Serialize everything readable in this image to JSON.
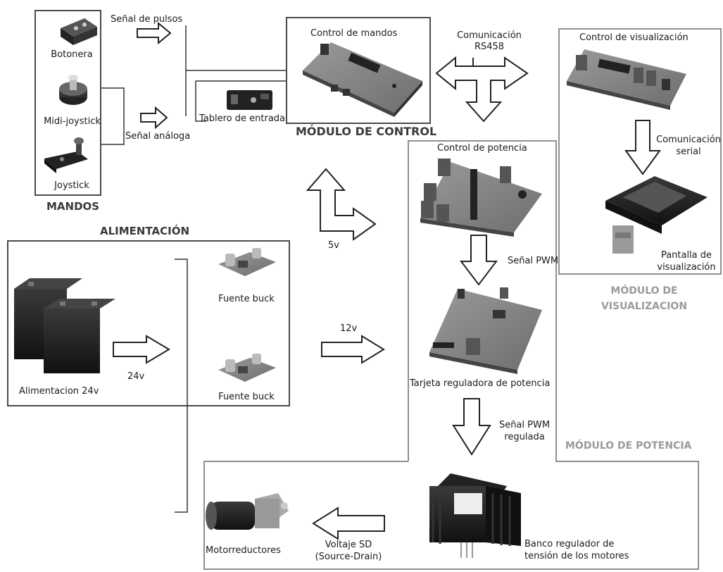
{
  "mandos": {
    "title": "MANDOS",
    "botonera": "Botonera",
    "midi_joystick": "Midi-joystick",
    "joystick": "Joystick"
  },
  "signals": {
    "pulsos": "Señal de pulsos",
    "analoga": "Señal análoga"
  },
  "control": {
    "title": "MÓDULO DE CONTROL",
    "control_mandos": "Control de mandos",
    "tablero": "Tablero de entrada"
  },
  "comunicacion": {
    "rs458_line1": "Comunicación",
    "rs458_line2": "RS458",
    "serial_line1": "Comunicación",
    "serial_line2": "serial"
  },
  "visualizacion": {
    "title_line1": "MÓDULO DE",
    "title_line2": "VISUALIZACION",
    "control_visualizacion": "Control de visualización",
    "pantalla_line1": "Pantalla de",
    "pantalla_line2": "visualización"
  },
  "alimentacion": {
    "title": "ALIMENTACIÓN",
    "bateria": "Alimentacion 24v",
    "v24": "24v",
    "fuente_buck_1": "Fuente buck",
    "fuente_buck_2": "Fuente buck",
    "v12": "12v",
    "v5": "5v"
  },
  "potencia": {
    "title": "MÓDULO DE POTENCIA",
    "control_potencia": "Control de potencia",
    "senal_pwm": "Señal PWM",
    "tarjeta": "Tarjeta reguladora de potencia",
    "pwm_regulada_line1": "Señal PWM",
    "pwm_regulada_line2": "regulada",
    "banco_line1": "Banco regulador de",
    "banco_line2": "tensión de los motores"
  },
  "motores": {
    "motorreductores": "Motorreductores",
    "voltaje_line1": "Voltaje SD",
    "voltaje_line2": "(Source-Drain)"
  }
}
